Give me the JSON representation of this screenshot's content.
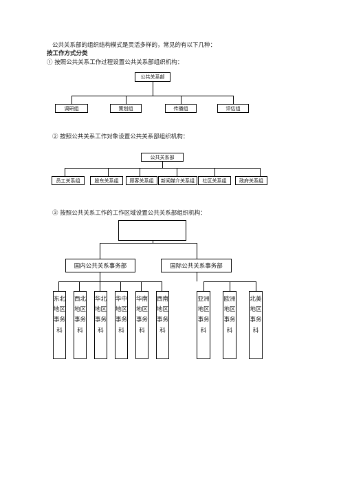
{
  "intro": "公共关系部的组织结构模式是灵活多样的，常见的有以下几种：",
  "heading": "按工作方式分类",
  "sections": [
    {
      "caption": "① 按照公共关系工作过程设置公共关系部组织机构：",
      "root": "公共关系部",
      "children": [
        "调研组",
        "策划组",
        "传播组",
        "评估组"
      ]
    },
    {
      "caption": "② 按照公共关系工作对象设置公共关系部组织机构：",
      "root": "公共关系部",
      "children": [
        "员工关系组",
        "股东关系组",
        "顾客关系组",
        "新闻媒介关系组",
        "社区关系组",
        "政府关系组"
      ]
    },
    {
      "caption": "③ 按照公共关系工作的工作区域设置公共关系部组织机构：",
      "root": "",
      "departments": [
        {
          "name": "国内公共关系事务部",
          "offices": [
            "东北地区事务科",
            "西北地区事务科",
            "华北地区事务科",
            "华中地区事务科",
            "华南地区事务科",
            "西南地区事务科"
          ]
        },
        {
          "name": "国际公共关系事务部",
          "offices": [
            "亚洲地区事务科",
            "欧洲地区事务科",
            "北美地区事务科"
          ]
        }
      ]
    }
  ]
}
